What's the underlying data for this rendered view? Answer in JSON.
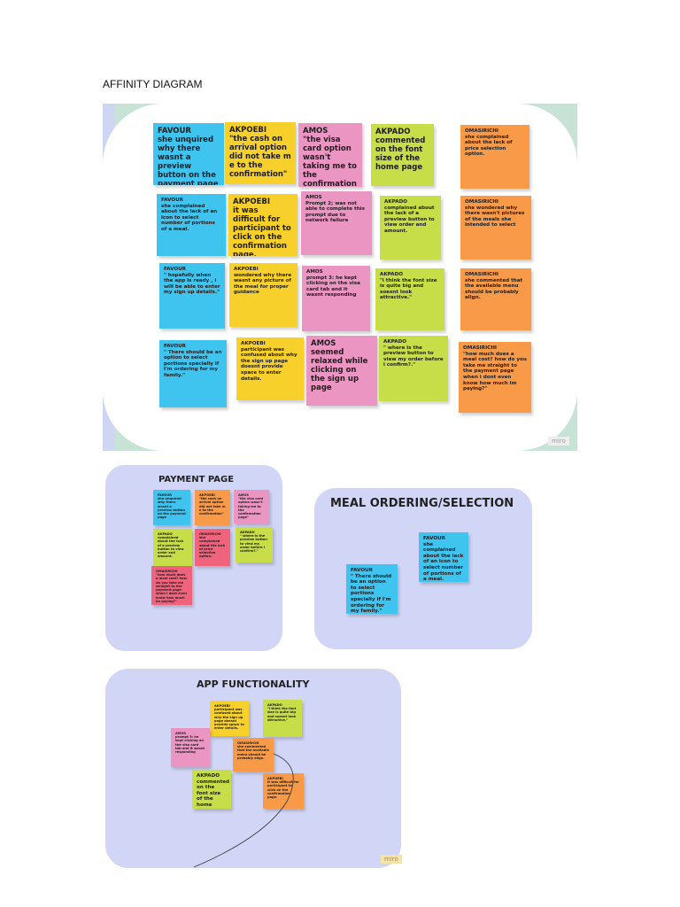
{
  "document_title": "AFFINITY DIAGRAM",
  "miro_badge": "miro",
  "main_board": {
    "notes": [
      {
        "color": "blue",
        "who": "FAVOUR",
        "text": "she unquired why there wasnt a preview button on the payment page"
      },
      {
        "color": "yellow",
        "who": "AKPOEBI",
        "text": "\"the cash on arrival option did not take m e to the confirmation\""
      },
      {
        "color": "pink",
        "who": "AMOS",
        "text": "\"the visa card option wasn't taking me to the confirmation page\""
      },
      {
        "color": "green",
        "who": "AKPADO",
        "text": "commented on the font size of the home page"
      },
      {
        "color": "orange",
        "who": "OMASIRICHI",
        "text": "she complained about the lack of price selection option."
      },
      {
        "color": "blue",
        "who": "FAVOUR",
        "text": "she complained about the lack of an icon to select number of portions of a meal."
      },
      {
        "color": "yellow",
        "who": "AKPOEBI",
        "text": "it was difficult for participant to click on the confirmation page."
      },
      {
        "color": "pink",
        "who": "AMOS",
        "text": "Prompt 2; was not able to complete this prompt due to network failure"
      },
      {
        "color": "green",
        "who": "AKPADO",
        "text": "complained about the lack of a preview button to view order and amount."
      },
      {
        "color": "orange",
        "who": "OMASIRICHI",
        "text": "she wondered why there wasn't pictures of the meals she intended to select"
      },
      {
        "color": "blue",
        "who": "FAVOUR",
        "text": "\" hopefully when the app is ready , i will be able to enter my sign up details.\""
      },
      {
        "color": "yellow",
        "who": "AKPOEBI",
        "text": "wondered why there wasnt any picture of the meal for proper guidance"
      },
      {
        "color": "pink",
        "who": "AMOS",
        "text": "prompt 3: he kept clicking on the visa card tab and it wasnt responding"
      },
      {
        "color": "green",
        "who": "AKPADO",
        "text": "\"i think the font size is quite big and soesnt look attractive.\""
      },
      {
        "color": "orange",
        "who": "OMASIRICHI",
        "text": "she commented that the available menu should be probably align."
      },
      {
        "color": "blue",
        "who": "FAVOUR",
        "text": "\" There should be an option to select portions specially if I'm ordering for my family.\""
      },
      {
        "color": "yellow",
        "who": "AKPOEBI",
        "text": "participant was confused about why the sign up page doesnt provide space to enter details."
      },
      {
        "color": "pink",
        "who": "AMOS",
        "text": "seemed relaxed while clicking on the sign up page"
      },
      {
        "color": "green",
        "who": "AKPADO",
        "text": "\" where is the preview button to view my order before i confirm?.\""
      },
      {
        "color": "orange",
        "who": "OMASIRICHI",
        "text": "\"how much does a meal cost? how do you take me straight to the payment page when i dont even know how much im paying?\""
      }
    ]
  },
  "payment_page": {
    "title": "PAYMENT PAGE",
    "notes": [
      {
        "color": "blue",
        "who": "FAVOUR",
        "text": "she unquired why there wasnt a preview button on the payment page"
      },
      {
        "color": "orange",
        "who": "AKPOEBI",
        "text": "\"the cash on arrival option did not take m e to the confirmation\""
      },
      {
        "color": "pink",
        "who": "AMOS",
        "text": "\"the visa card option wasn't taking me to the confirmation page\""
      },
      {
        "color": "green",
        "who": "AKPADO",
        "text": "complained about the lack of a preview button to view order and amount."
      },
      {
        "color": "red",
        "who": "OMASIRICHI",
        "text": "she complained about the lack of price selection option."
      },
      {
        "color": "green",
        "who": "AKPADO",
        "text": "\" where is the preview button to view my order before i confirm?.\""
      },
      {
        "color": "red",
        "who": "OMASIRICHI",
        "text": "\"how much does a meal cost? how do you take me straight to the payment page when i dont even know how much im paying?\""
      }
    ]
  },
  "meal_ordering": {
    "title": "MEAL ORDERING/SELECTION",
    "notes": [
      {
        "color": "blue",
        "who": "FAVOUR",
        "text": "she complained about the lack of an icon to select number of portions of a meal."
      },
      {
        "color": "blue",
        "who": "FAVOUR",
        "text": "\" There should be an option to select portions specially if I'm ordering for my family.\""
      }
    ]
  },
  "app_functionality": {
    "title": "APP FUNCTIONALITY",
    "notes": [
      {
        "color": "yellow",
        "who": "AKPOEBI",
        "text": "participant was confused about why the sign up page doesnt provide space to enter details."
      },
      {
        "color": "green",
        "who": "AKPADO",
        "text": "\"i think the font size is quite big and soesnt look attractive.\""
      },
      {
        "color": "pink",
        "who": "AMOS",
        "text": "prompt 3: he kept clicking on the visa card tab and it wasnt responding"
      },
      {
        "color": "orange",
        "who": "OMASIRICHI",
        "text": "she commented that the available menu should be probably align."
      },
      {
        "color": "green",
        "who": "AKPADO",
        "text": "commented on the font size of the home page"
      },
      {
        "color": "orange",
        "who": "AKPOEBI",
        "text": "it was difficult for participant to click on the confirmation page."
      }
    ]
  }
}
